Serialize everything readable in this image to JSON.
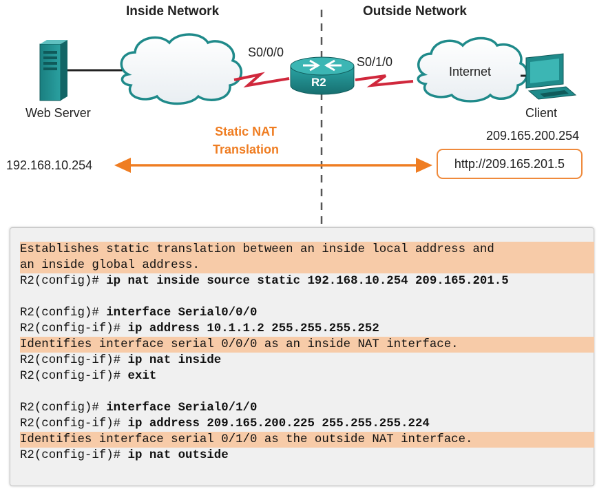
{
  "headers": {
    "inside": "Inside Network",
    "outside": "Outside Network"
  },
  "devices": {
    "web_server": "Web Server",
    "router": "R2",
    "internet": "Internet",
    "client": "Client"
  },
  "interfaces": {
    "s000": "S0/0/0",
    "s010": "S0/1/0"
  },
  "translation": {
    "line1": "Static NAT",
    "line2": "Translation",
    "inside_local": "192.168.10.254",
    "client_ip": "209.165.200.254",
    "url": "http://209.165.201.5"
  },
  "code": {
    "desc1_line1": "Establishes static translation between an inside local address and",
    "desc1_line2": "an inside global address.",
    "c1_prompt": "R2(config)#",
    "c1_cmd": " ip nat inside source static 192.168.10.254 209.165.201.5",
    "c2_prompt": "R2(config)#",
    "c2_cmd": " interface Serial0/0/0",
    "c3_prompt": "R2(config-if)#",
    "c3_cmd": " ip address 10.1.1.2 255.255.255.252",
    "desc2": "Identifies interface serial 0/0/0 as an inside NAT interface.",
    "c4_prompt": "R2(config-if)#",
    "c4_cmd": " ip nat inside",
    "c5_prompt": "R2(config-if)#",
    "c5_cmd": " exit",
    "c6_prompt": "R2(config)#",
    "c6_cmd": " interface Serial0/1/0",
    "c7_prompt": "R2(config-if)#",
    "c7_cmd": " ip address 209.165.200.225 255.255.255.224",
    "desc3": "Identifies interface serial 0/1/0 as the outside NAT interface.",
    "c8_prompt": "R2(config-if)#",
    "c8_cmd": " ip nat outside"
  },
  "colors": {
    "accent_orange": "#ef7d22",
    "highlight": "#f7cba8",
    "link_red": "#d0283c",
    "device_teal": "#1f8a8a"
  }
}
